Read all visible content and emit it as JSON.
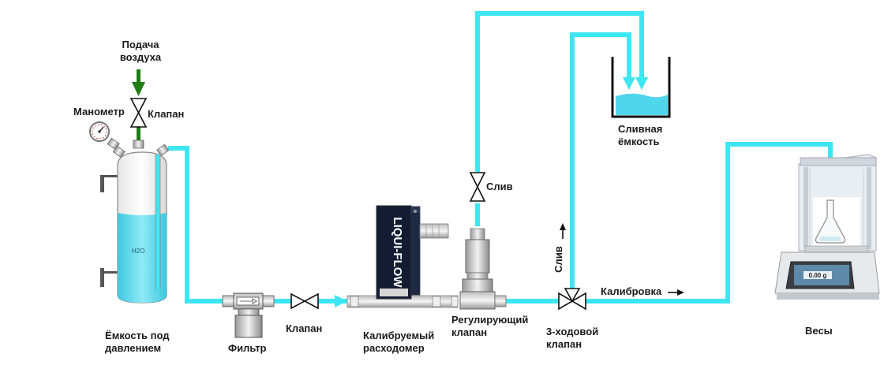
{
  "labels": {
    "air_supply": [
      "Подача",
      "воздуха"
    ],
    "gauge": "Манометр",
    "air_valve": "Клапан",
    "pressure_vessel": [
      "Ёмкость под",
      "давлением"
    ],
    "vessel_content": "H2O",
    "filter": "Фильтр",
    "line_valve": "Клапан",
    "flowmeter": [
      "Калибруемый",
      "расходомер"
    ],
    "flowmeter_brand": "LIQUI-FLOW",
    "control_valve": [
      "Регулирующий",
      "клапан"
    ],
    "drain_valve": "Слив",
    "drain_tank": [
      "Сливная",
      "ёмкость"
    ],
    "three_way_valve": [
      "3-ходовой",
      "клапан"
    ],
    "drain_direction": "Слив",
    "calibration_direction": "Калибровка",
    "scale": "Весы",
    "scale_reading": "0.00 g"
  },
  "colors": {
    "pipe": "#3ee6f2",
    "water": "#4fd6ec",
    "air_arrow": "#1e7d12",
    "flowmeter_body": "#141c34"
  }
}
